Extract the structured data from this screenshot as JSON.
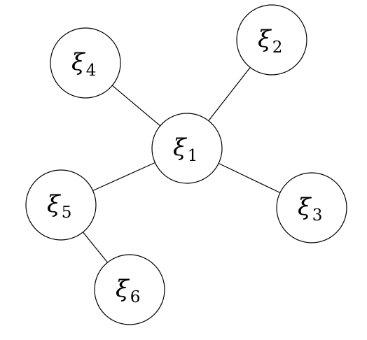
{
  "diagram": {
    "nodes": [
      {
        "id": "n1",
        "symbol": "ξ",
        "subscript": "1"
      },
      {
        "id": "n2",
        "symbol": "ξ",
        "subscript": "2"
      },
      {
        "id": "n3",
        "symbol": "ξ",
        "subscript": "3"
      },
      {
        "id": "n4",
        "symbol": "ξ",
        "subscript": "4"
      },
      {
        "id": "n5",
        "symbol": "ξ",
        "subscript": "5"
      },
      {
        "id": "n6",
        "symbol": "ξ",
        "subscript": "6"
      }
    ],
    "edges": [
      {
        "from": "n1",
        "to": "n2"
      },
      {
        "from": "n1",
        "to": "n3"
      },
      {
        "from": "n1",
        "to": "n4"
      },
      {
        "from": "n1",
        "to": "n5"
      },
      {
        "from": "n5",
        "to": "n6"
      }
    ]
  }
}
